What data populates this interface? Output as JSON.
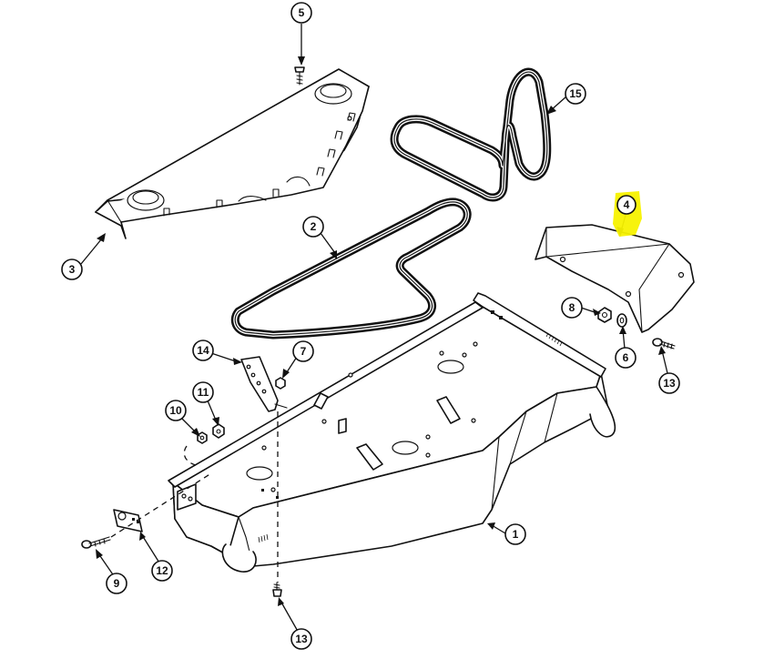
{
  "callouts": [
    {
      "id": "c1",
      "label": "1"
    },
    {
      "id": "c2",
      "label": "2"
    },
    {
      "id": "c3",
      "label": "3"
    },
    {
      "id": "c4",
      "label": "4"
    },
    {
      "id": "c5",
      "label": "5"
    },
    {
      "id": "c6",
      "label": "6"
    },
    {
      "id": "c7",
      "label": "7"
    },
    {
      "id": "c8",
      "label": "8"
    },
    {
      "id": "c9",
      "label": "9"
    },
    {
      "id": "c10",
      "label": "10"
    },
    {
      "id": "c11",
      "label": "11"
    },
    {
      "id": "c12",
      "label": "12"
    },
    {
      "id": "c13a",
      "label": "13"
    },
    {
      "id": "c13b",
      "label": "13"
    },
    {
      "id": "c14",
      "label": "14"
    },
    {
      "id": "c15",
      "label": "15"
    }
  ],
  "highlighted_callout": "4",
  "colors": {
    "highlight": "#f7f200",
    "line": "#111111",
    "background": "#ffffff"
  }
}
